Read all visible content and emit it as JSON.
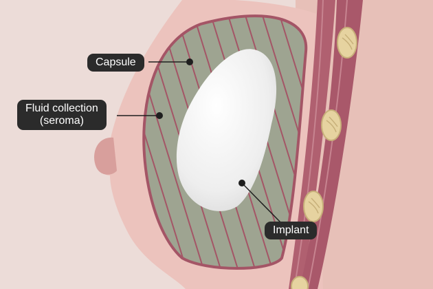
{
  "labels": {
    "capsule": "Capsule",
    "fluid": "Fluid collection\n(seroma)",
    "implant": "Implant"
  },
  "colors": {
    "background": "#ecdcd8",
    "skin": "#ecc3bd",
    "capsule_wall": "#a45566",
    "seroma_fill": "#9ea491",
    "implant": "#f2f2f2",
    "muscle": "#b06070",
    "rib": "#e6d3a0",
    "label_bg": "#2b2b2b"
  }
}
